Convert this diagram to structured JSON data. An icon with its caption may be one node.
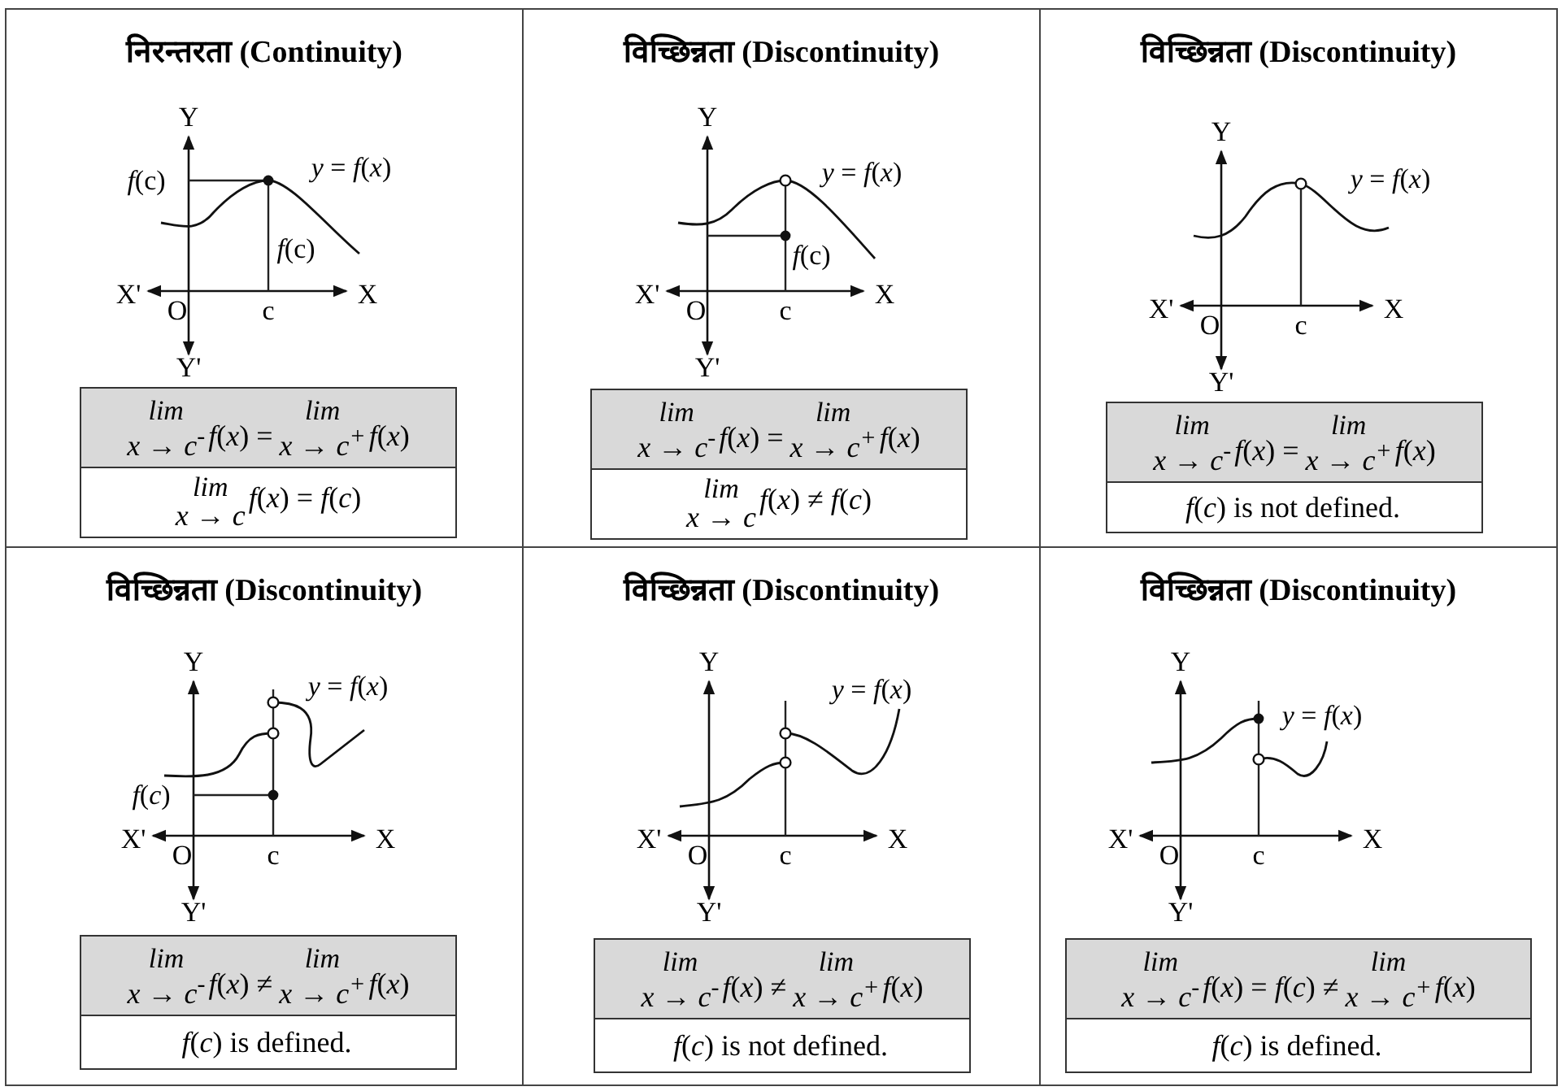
{
  "diagram": {
    "nodes": [
      {
        "text": [
          "निरन्तरता (Continuity)"
        ]
      },
      {
        "text": [
          "lim",
          "x → c$^{-}$",
          "*f*(*x*) =",
          "lim",
          "x → c$^{+}$",
          "*f*(*x*)"
        ],
        "in": 0
      },
      {
        "text": [
          "lim",
          "x → c",
          "*f*(*x*) = *f*(*c*)"
        ],
        "in": 0
      },
      {
        "text": [
          "विच्छिन्नता (Discontinuity)"
        ]
      },
      {
        "text": [
          "lim",
          "x → c$^{-}$",
          "*f*(*x*) =",
          "lim",
          "x → c$^{+}$",
          "*f*(*x*)"
        ],
        "in": 3
      },
      {
        "text": [
          "lim",
          "x → c",
          "*f*(*x*) ≠ *f*(*c*)"
        ],
        "in": 3
      },
      {
        "text": [
          "विच्छिन्नता (Discontinuity)"
        ]
      },
      {
        "text": [
          "lim",
          "x → c$^{-}$",
          "*f*(*x*) =",
          "lim",
          "x → c$^{+}$",
          "*f*(*x*)"
        ],
        "in": 6
      },
      {
        "text": [
          "*f*(*c*) is not defined."
        ],
        "in": 6
      },
      {
        "text": [
          "विच्छिन्नता (Discontinuity)"
        ]
      },
      {
        "text": [
          "lim",
          "x → c$^{-}$",
          "*f*(*x*) ≠",
          "lim",
          "x → c$^{+}$",
          "*f*(*x*)"
        ],
        "in": 9
      },
      {
        "text": [
          "*f*(*c*) is defined."
        ],
        "in": 9
      },
      {
        "text": [
          "विच्छिन्नता (Discontinuity)"
        ]
      },
      {
        "text": [
          "lim",
          "x → c$^{-}$",
          "*f*(*x*) ≠",
          "lim",
          "x → c$^{+}$",
          "*f*(*x*)"
        ],
        "in": 12
      },
      {
        "text": [
          "*f*(*c*) is not defined."
        ],
        "in": 12
      },
      {
        "text": [
          "विच्छिन्नता (Discontinuity)"
        ]
      },
      {
        "text": [
          "lim",
          "x → c$^{-}$",
          "*f*(*x*) = *f*(*c*) ≠",
          "lim",
          "x → c$^{+}$",
          "*f*(*x*)"
        ],
        "in": 15
      },
      {
        "text": [
          "*f*(*c*) is defined."
        ],
        "in": 15
      }
    ],
    "labels": [
      "Y",
      "*f*(c)",
      "*y* = *f*(*x*)",
      "*f*(c)",
      "X'",
      "O",
      "c",
      "X",
      "Y'",
      "Y",
      "*y* = *f*(*x*)",
      "*f*(c)",
      "X'",
      "O",
      "c",
      "X",
      "Y'",
      "Y",
      "*y* = *f*(*x*)",
      "X'",
      "O",
      "c",
      "X",
      "Y'",
      "Y",
      "*y* = *f*(*x*)",
      "*f*(*c*)",
      "X'",
      "O",
      "c",
      "X",
      "Y'",
      "Y",
      "*y* = *f*(*x*)",
      "X'",
      "O",
      "c",
      "X",
      "Y'",
      "Y",
      "*y* = *f*(*x*)",
      "X'",
      "O",
      "c",
      "X",
      "Y'"
    ]
  }
}
